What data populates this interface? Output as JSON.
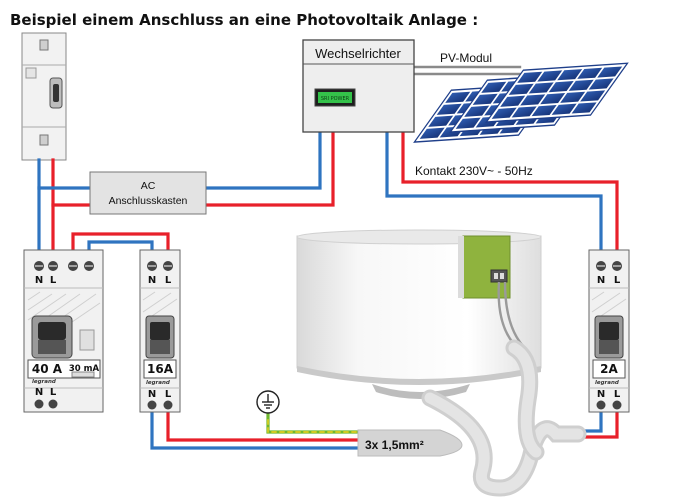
{
  "title": "Beispiel einem Anschluss an eine Photovoltaik Anlage :",
  "inverter": {
    "label": "Wechselrichter",
    "display": "SRI POWER"
  },
  "pv_module": {
    "label": "PV-Modul"
  },
  "ac_box": {
    "line1": "AC",
    "line2": "Anschlusskasten"
  },
  "contact_label": "Kontakt 230V~ - 50Hz",
  "breaker_40a": {
    "n": "N",
    "l": "L",
    "rating": "40 A",
    "sensitivity": "30 mA",
    "brand": "legrand"
  },
  "breaker_16a": {
    "n": "N",
    "l": "L",
    "rating": "16A",
    "brand": "legrand"
  },
  "breaker_2a": {
    "n": "N",
    "l": "L",
    "rating": "2A",
    "brand": "legrand"
  },
  "cable_label": "3x 1,5mm²",
  "colors": {
    "phase": "#e8202a",
    "neutral": "#2f74c0",
    "earth_green": "#6fb72f",
    "earth_yellow": "#f0d21e",
    "solar": "#1f3f8a"
  }
}
